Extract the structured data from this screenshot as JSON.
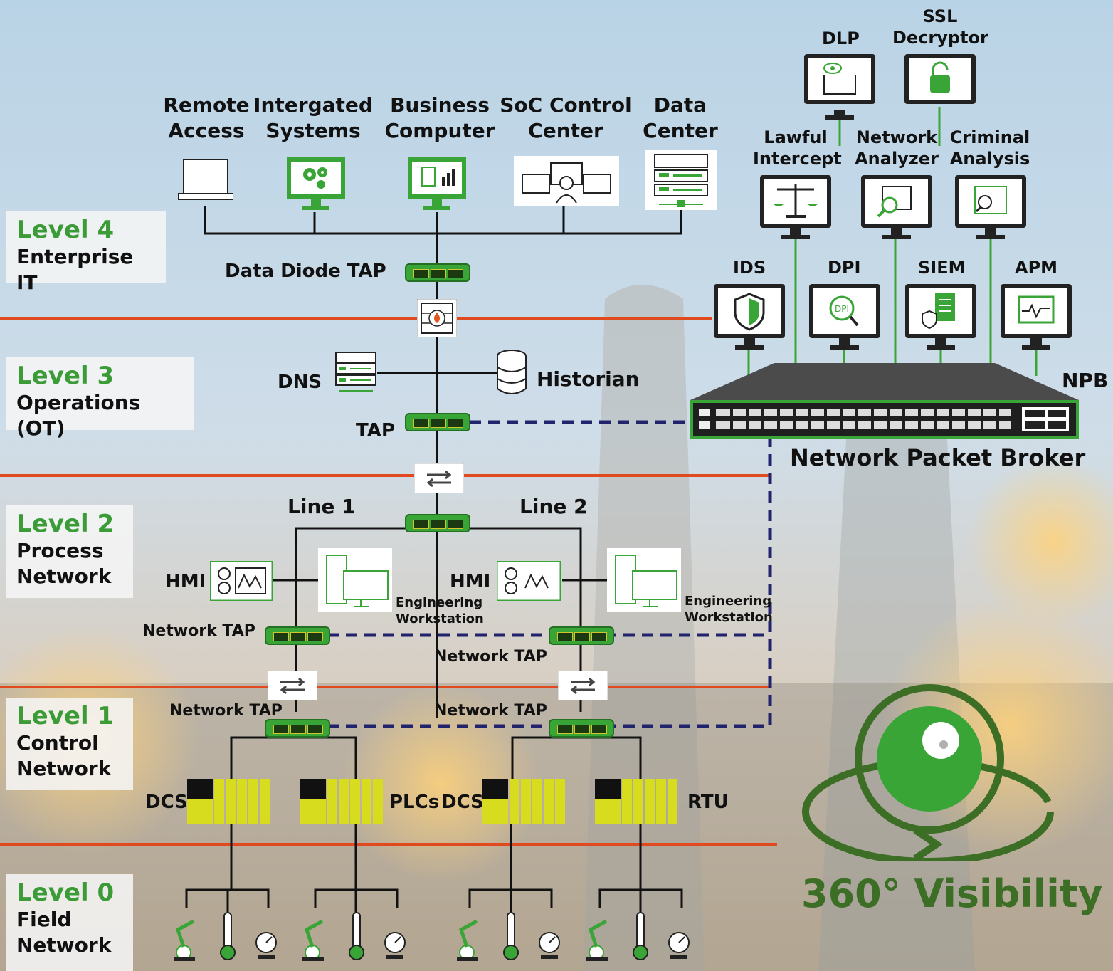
{
  "levels": [
    {
      "number": "Level 4",
      "name": "Enterprise IT"
    },
    {
      "number": "Level 3",
      "name": "Operations (OT)"
    },
    {
      "number": "Level 2",
      "name": "Process Network"
    },
    {
      "number": "Level 1",
      "name": "Control Network"
    },
    {
      "number": "Level 0",
      "name": "Field Network"
    }
  ],
  "enterprise": {
    "remote_access": "Remote Access",
    "integrated_systems": "Intergated Systems",
    "business_computer": "Business Computer",
    "soc": "SoC Control Center",
    "data_center": "Data Center",
    "data_diode_tap": "Data Diode TAP"
  },
  "operations": {
    "dns": "DNS",
    "historian": "Historian",
    "tap": "TAP"
  },
  "process": {
    "line1": "Line 1",
    "line2": "Line 2",
    "hmi_left": "HMI",
    "hmi_right": "HMI",
    "eng_left": "Engineering Workstation",
    "eng_right": "Engineering Workstation",
    "tap_left": "Network TAP",
    "tap_right": "Network TAP"
  },
  "control": {
    "tap_left": "Network TAP",
    "tap_right": "Network TAP",
    "dcs_left": "DCS",
    "plcs": "PLCs",
    "dcs_right": "DCS",
    "rtu": "RTU"
  },
  "tools": {
    "dlp": "DLP",
    "ssl": "SSL Decryptor",
    "lawful": "Lawful Intercept",
    "analyzer": "Network Analyzer",
    "criminal": "Criminal Analysis",
    "ids": "IDS",
    "dpi": "DPI",
    "siem": "SIEM",
    "apm": "APM",
    "dpi_icon_text": "DPI"
  },
  "npb": {
    "short": "NPB",
    "name": "Network Packet Broker"
  },
  "visibility": "360° Visibility",
  "colors": {
    "green": "#3aa537",
    "divider": "#e04a1e",
    "dashed": "#22236d",
    "text": "#111111"
  }
}
